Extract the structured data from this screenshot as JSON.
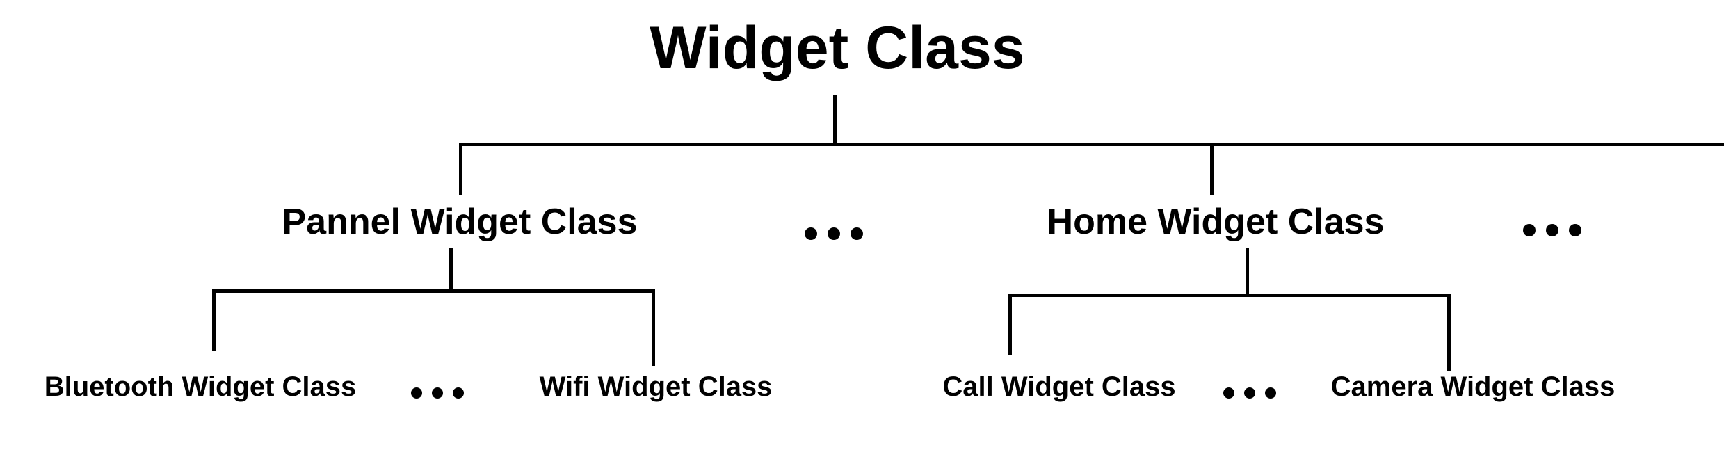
{
  "diagram": {
    "title": "Widget Class",
    "tree": {
      "root_label": "Widget Class",
      "level1": [
        {
          "label": "Pannel Widget Class"
        },
        {
          "label": "..."
        },
        {
          "label": "Home Widget Class"
        },
        {
          "label": "..."
        }
      ],
      "level2_pannel": [
        {
          "label": "Bluetooth Widget Class"
        },
        {
          "label": "..."
        },
        {
          "label": "Wifi Widget Class"
        }
      ],
      "level2_home": [
        {
          "label": "Call Widget Class"
        },
        {
          "label": "..."
        },
        {
          "label": "Camera Widget Class"
        }
      ]
    },
    "colors": {
      "line": "#000000",
      "text": "#000000",
      "background": "#ffffff"
    }
  }
}
